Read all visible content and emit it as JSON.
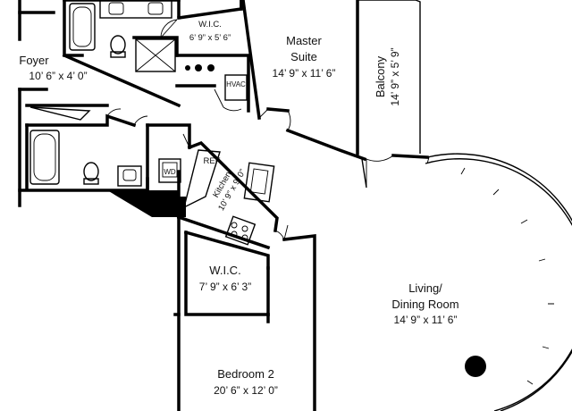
{
  "rooms": {
    "foyer": {
      "name": "Foyer",
      "dims": "10’ 6” x 4’ 0”"
    },
    "wic_top": {
      "name": "W.I.C.",
      "dims": "6’ 9” x 5’ 6”"
    },
    "master": {
      "name_line1": "Master",
      "name_line2": "Suite",
      "dims": "14’ 9” x 11’ 6”"
    },
    "balcony": {
      "name": "Balcony",
      "dims": "14’ 9” x 5’ 9”"
    },
    "kitchen": {
      "name": "Kitchen",
      "dims": "10’ 9” x 9’ 0”"
    },
    "wic_mid": {
      "name": "W.I.C.",
      "dims": "7’ 9” x 6’ 3”"
    },
    "living": {
      "name_line1": "Living/",
      "name_line2": "Dining Room",
      "dims": "14’ 9” x 11’ 6”"
    },
    "bedroom2": {
      "name": "Bedroom 2",
      "dims": "20’ 6” x 12’ 0”"
    }
  },
  "fixtures": {
    "hvac": "HVAC",
    "ref": "REF",
    "wd": "WD"
  }
}
